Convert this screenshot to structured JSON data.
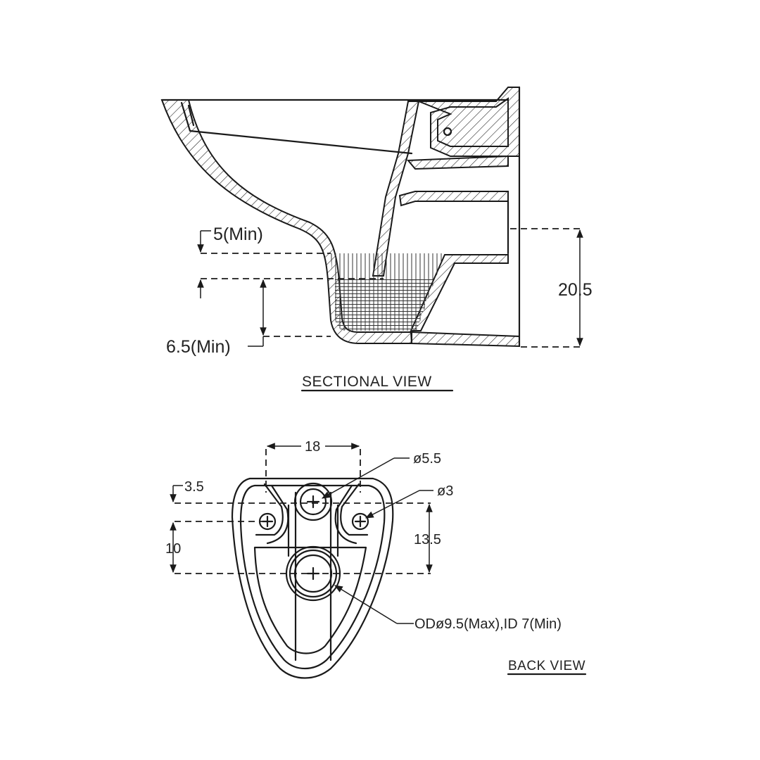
{
  "views": {
    "sectional": {
      "title": "SECTIONAL VIEW",
      "dimensions": {
        "top_gap": "5(Min)",
        "bottom_gap": "6.5(Min)",
        "height": "20.5"
      }
    },
    "back": {
      "title": "BACK VIEW",
      "dimensions": {
        "width": "18",
        "top_offset": "3.5",
        "left_span": "10",
        "right_span": "13.5",
        "center_hole": "ø5.5",
        "side_hole": "ø3",
        "outlet": "ODø9.5(Max),ID  7(Min)"
      }
    }
  },
  "colors": {
    "line": "#1a1a1a",
    "text": "#222222",
    "background": "#ffffff"
  }
}
